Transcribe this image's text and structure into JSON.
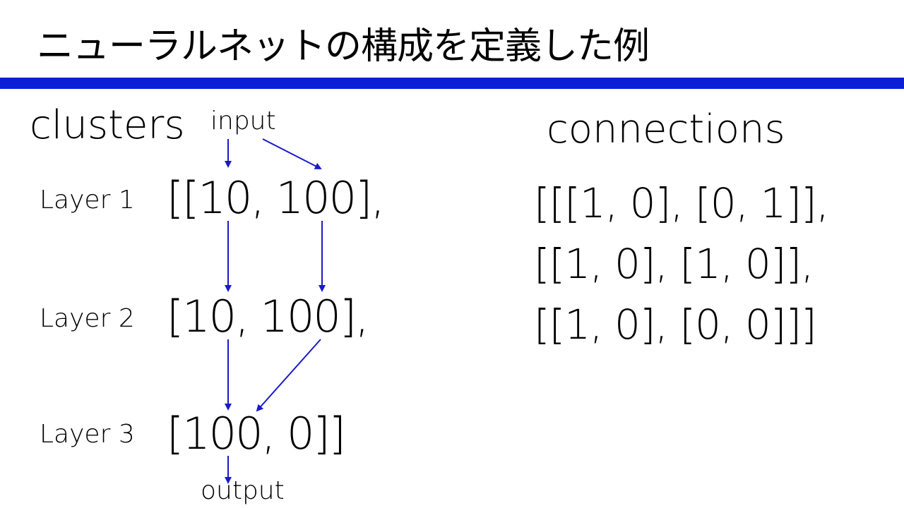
{
  "slide": {
    "title": "ニューラルネットの構成を定義した例",
    "accent_color": "#0a1fd6",
    "arrow_color": "#1a1ac8"
  },
  "clusters": {
    "heading": "clusters",
    "input_label": "input",
    "output_label": "output",
    "layers": [
      {
        "label": "Layer 1",
        "code": "[[10, 100],"
      },
      {
        "label": "Layer 2",
        "code": "[10, 100],"
      },
      {
        "label": "Layer 3",
        "code": "[100, 0]]"
      }
    ]
  },
  "connections": {
    "heading": "connections",
    "lines": [
      "[[[1, 0], [0, 1]],",
      "[[1, 0], [1, 0]],",
      "[[1, 0], [0, 0]]]"
    ]
  }
}
